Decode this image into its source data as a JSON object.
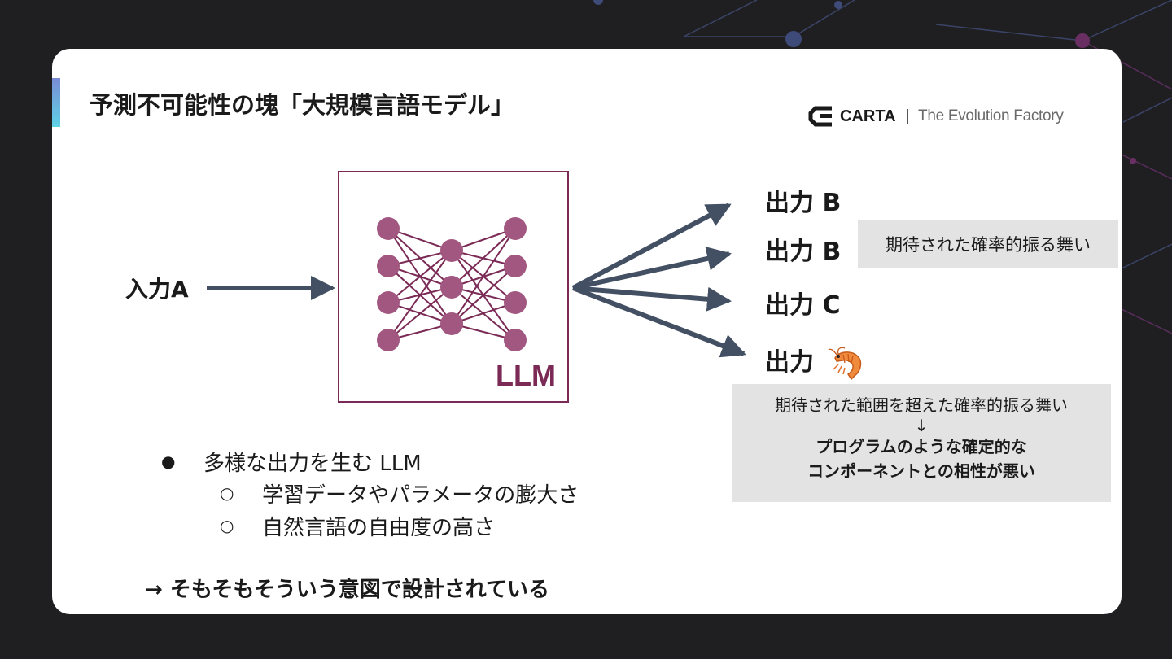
{
  "slide": {
    "title": "予測不可能性の塊「大規模言語モデル」",
    "logo": {
      "name": "CARTA",
      "tagline": "The Evolution Factory"
    }
  },
  "diagram": {
    "input_label": "入力A",
    "model_label": "LLM",
    "outputs": [
      "出力 B",
      "出力 B",
      "出力 C",
      "出力"
    ],
    "callout_expected": "期待された確率的振る舞い",
    "callout_unexpected": {
      "line1": "期待された範囲を超えた確率的振る舞い",
      "arrow": "↓",
      "line2": "プログラムのような確定的な",
      "line3": "コンポーネントとの相性が悪い"
    }
  },
  "bullets": {
    "main": "多様な出力を生む LLM",
    "bullet_glyph": "●",
    "sub_glyph": "○",
    "sub": [
      "学習データやパラメータの膨大さ",
      "自然言語の自由度の高さ"
    ]
  },
  "conclusion": "→ そもそもそういう意図で設計されている",
  "colors": {
    "card": "#ffffff",
    "background": "#1f1f21",
    "arrow": "#435063",
    "llm": "#7a2a55",
    "node": "#a1577f",
    "callout": "#e3e3e3"
  },
  "icons": [
    "shrimp-icon",
    "carta-logo-icon",
    "neural-network-icon"
  ]
}
